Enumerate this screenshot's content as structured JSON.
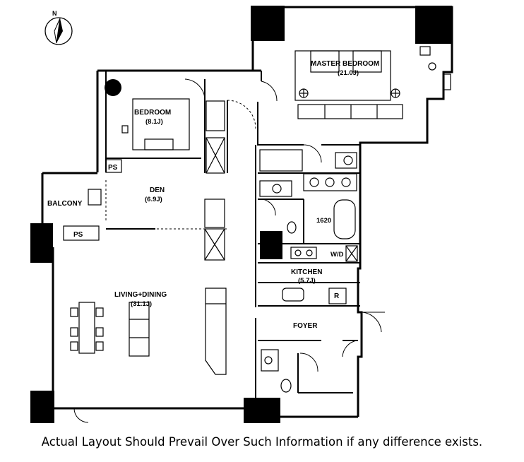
{
  "compass": {
    "north_label": "N"
  },
  "rooms": {
    "master_bedroom": {
      "name": "MASTER BEDROOM",
      "size": "(21.0J)"
    },
    "bedroom": {
      "name": "BEDROOM",
      "size": "(8.1J)"
    },
    "den": {
      "name": "DEN",
      "size": "(6.9J)"
    },
    "living_dining": {
      "name": "LIVING+DINING",
      "size": "(31.1J)"
    },
    "kitchen": {
      "name": "KITCHEN",
      "size": "(5.7J)"
    },
    "foyer": {
      "name": "FOYER"
    },
    "balcony": {
      "name": "BALCONY"
    }
  },
  "fixtures": {
    "ps_upper": "PS",
    "ps_lower": "PS",
    "bath_size": "1620",
    "washer_dryer": "W/D",
    "refrigerator": "R"
  },
  "disclaimer": "Actual Layout Should Prevail Over Such Information if any difference exists."
}
